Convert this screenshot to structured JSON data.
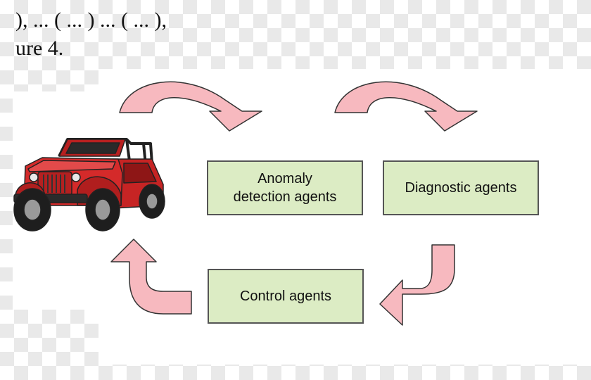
{
  "page_text": {
    "line1": "), ... ( ... ) ... ( ... ),",
    "line2": "ure 4."
  },
  "boxes": {
    "anomaly_line1": "Anomaly",
    "anomaly_line2": "detection agents",
    "diagnostic": "Diagnostic agents",
    "control": "Control agents"
  },
  "colors": {
    "box_fill": "#dcecc4",
    "box_border": "#555555",
    "arrow_fill": "#f7b9bf",
    "arrow_stroke": "#333333",
    "jeep_body": "#d42a2a"
  },
  "icons": {
    "vehicle": "jeep-icon"
  }
}
